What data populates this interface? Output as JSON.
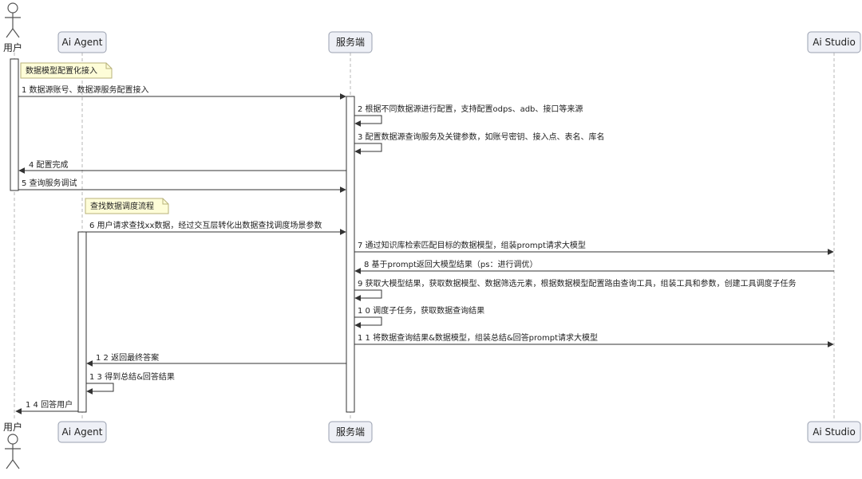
{
  "participants": {
    "user": "用户",
    "agent": "Ai Agent",
    "server": "服务端",
    "studio": "Ai Studio"
  },
  "notes": [
    "数据模型配置化接入",
    "查找数据调度流程"
  ],
  "messages": [
    "1  数据源账号、数据源服务配置接入",
    "2  根据不同数据源进行配置，支持配置odps、adb、接口等来源",
    "3  配置数据源查询服务及关键参数，如账号密钥、接入点、表名、库名",
    "4  配置完成",
    "5  查询服务调试",
    "6  用户请求查找xx数据，经过交互层转化出数据查找调度场景参数",
    "7  通过知识库检索匹配目标的数据模型，组装prompt请求大模型",
    "8  基于prompt返回大模型结果（ps：进行调优）",
    "9  获取大模型结果，获取数据模型、数据筛选元素，根据数据模型配置路由查询工具，组装工具和参数，创建工具调度子任务",
    "1 0  调度子任务，获取数据查询结果",
    "1 1  将数据查询结果&数据模型，组装总结&回答prompt请求大模型",
    "1 2  返回最终答案",
    "1 3  得到总结&回答结果",
    "1 4  回答用户"
  ]
}
